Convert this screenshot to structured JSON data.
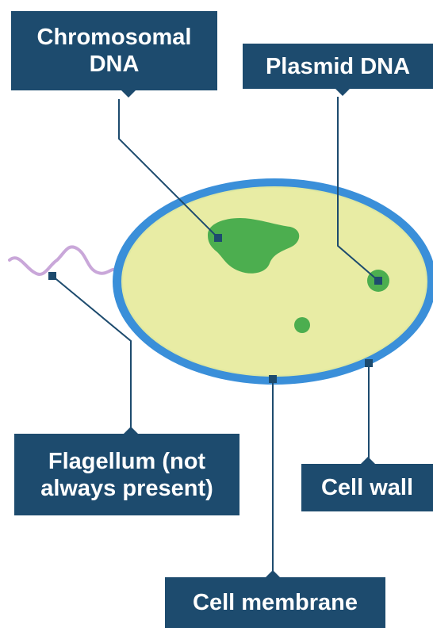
{
  "labels": {
    "chromosomal_dna": [
      "Chromosomal",
      "DNA"
    ],
    "plasmid_dna": "Plasmid DNA",
    "flagellum": [
      "Flagellum (not",
      "always present)"
    ],
    "cell_wall": "Cell wall",
    "cell_membrane": "Cell membrane"
  },
  "colors": {
    "label_bg": "#1d4b6e",
    "label_text": "#ffffff",
    "cell_wall": "#3a8fd9",
    "cytoplasm": "#e8eca4",
    "dna": "#4cae4f",
    "flagellum": "#c9a7d9",
    "connector": "#1d4b6e"
  }
}
